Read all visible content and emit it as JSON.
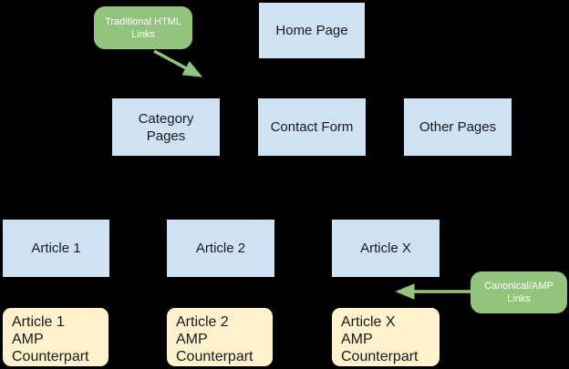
{
  "colors": {
    "background": "#000000",
    "page_node_fill": "#cfe2f3",
    "amp_node_fill": "#fff2cc",
    "callout_fill": "#93c47d",
    "callout_text": "#ffffff",
    "node_text": "#1a1a1a",
    "arrow": "#93c47d"
  },
  "diagram": {
    "pages": {
      "home": "Home Page",
      "category": "Category\nPages",
      "contact": "Contact Form",
      "other": "Other Pages",
      "article1": "Article 1",
      "article2": "Article 2",
      "articlex": "Article X"
    },
    "amp": {
      "article1": "Article 1\nAMP\nCounterpart",
      "article2": "Article 2\nAMP\nCounterpart",
      "articlex": "Article X\nAMP\nCounterpart"
    },
    "callouts": {
      "traditional": "Traditional HTML\nLinks",
      "canonical": "Canonical/AMP\nLinks"
    }
  }
}
